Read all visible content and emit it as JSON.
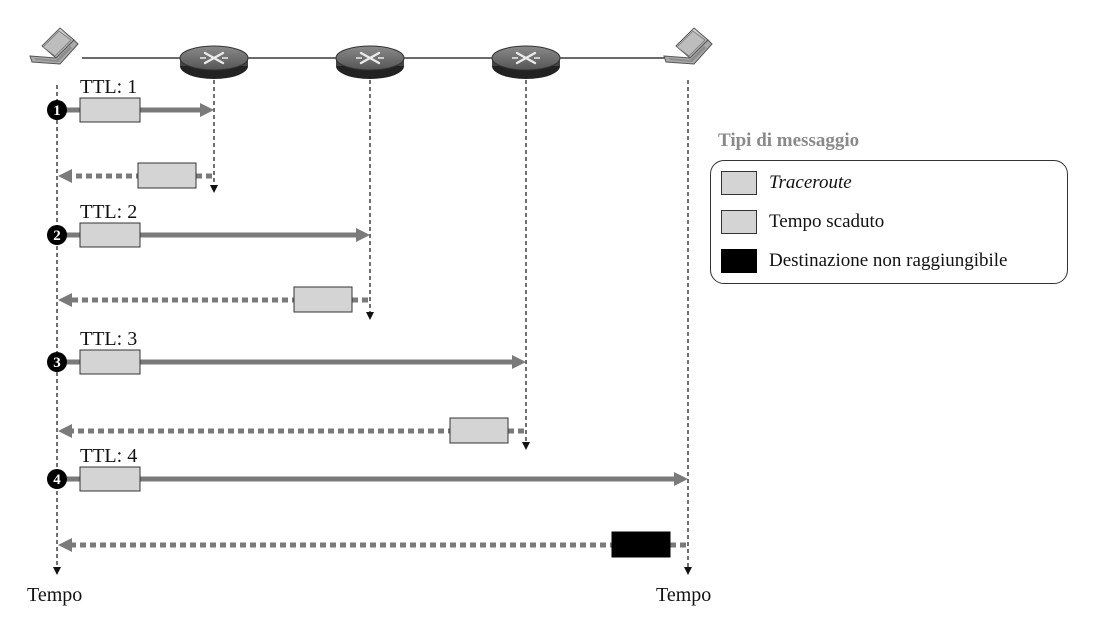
{
  "steps": [
    {
      "number": "1",
      "ttl_label": "TTL: 1",
      "target_node": 1,
      "reply_type": "tempo_scaduto"
    },
    {
      "number": "2",
      "ttl_label": "TTL: 2",
      "target_node": 2,
      "reply_type": "tempo_scaduto"
    },
    {
      "number": "3",
      "ttl_label": "TTL: 3",
      "target_node": 3,
      "reply_type": "tempo_scaduto"
    },
    {
      "number": "4",
      "ttl_label": "TTL: 4",
      "target_node": 4,
      "reply_type": "destinazione_non_raggiungibile"
    }
  ],
  "nodes": [
    "source-laptop",
    "router",
    "router",
    "router",
    "destination-laptop"
  ],
  "time_labels": {
    "source": "Tempo",
    "destination": "Tempo"
  },
  "legend": {
    "title": "Tipi di messaggio",
    "items": [
      {
        "label": "Traceroute",
        "color": "#d4d4d4"
      },
      {
        "label": "Tempo scaduto",
        "color": "#d4d4d4"
      },
      {
        "label": "Destinazione non raggiungibile",
        "color": "#000000"
      }
    ]
  },
  "colors": {
    "arrow": "#7a7a7a",
    "packet_fill": "#d4d4d4",
    "unreachable_fill": "#000000",
    "router_fill": "#6e6e6e",
    "badge": "#000000"
  }
}
